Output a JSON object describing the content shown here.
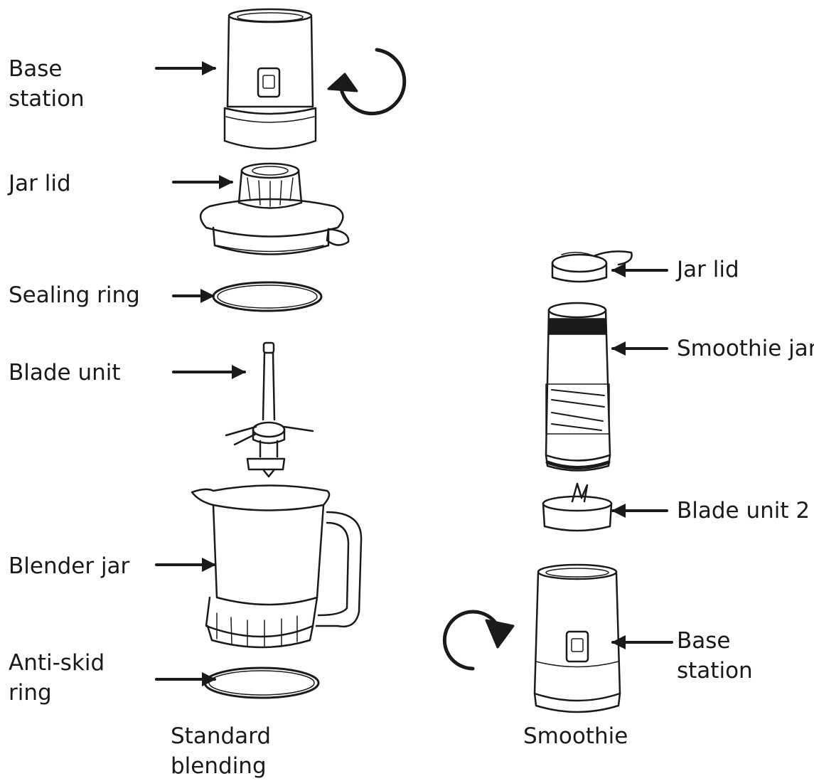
{
  "left": {
    "base_station": [
      "Base",
      "station"
    ],
    "jar_lid": "Jar lid",
    "sealing_ring": "Sealing ring",
    "blade_unit": "Blade unit",
    "blender_jar": "Blender jar",
    "anti_skid_ring": [
      "Anti-skid",
      "ring"
    ],
    "caption": [
      "Standard",
      "blending"
    ]
  },
  "right": {
    "jar_lid": "Jar lid",
    "smoothie_jar": "Smoothie jar",
    "blade_unit_2": "Blade unit 2",
    "base_station": [
      "Base",
      "station"
    ],
    "caption": "Smoothie"
  },
  "colors": {
    "ink": "#1a1a1a",
    "background": "#ffffff"
  }
}
